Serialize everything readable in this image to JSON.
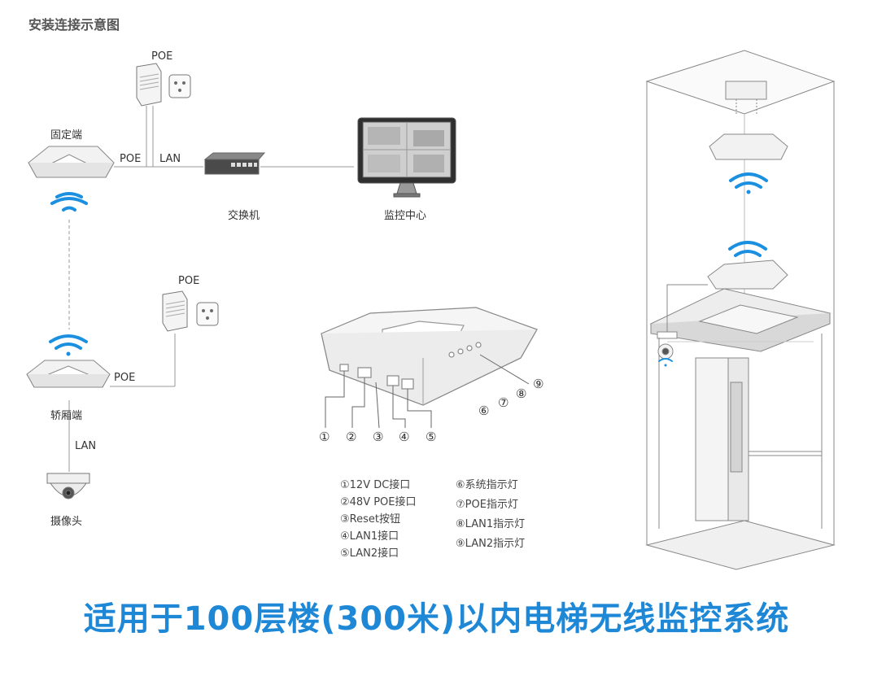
{
  "title": "安装连接示意图",
  "labels": {
    "poe_top": "POE",
    "fixed_end": "固定端",
    "poe_left": "POE",
    "lan_top": "LAN",
    "switch": "交换机",
    "monitor_center": "监控中心",
    "poe_mid": "POE",
    "poe_car": "POE",
    "car_end": "轿厢端",
    "lan_cam": "LAN",
    "camera": "摄像头"
  },
  "ports": [
    "①",
    "②",
    "③",
    "④",
    "⑤"
  ],
  "leds": [
    "⑥",
    "⑦",
    "⑧",
    "⑨"
  ],
  "legend_left": [
    "①12V DC接口",
    "②48V POE接口",
    "③Reset按钮",
    "④LAN1接口",
    "⑤LAN2接口"
  ],
  "legend_right": [
    "⑥系统指示灯",
    "⑦POE指示灯",
    "⑧LAN1指示灯",
    "⑨LAN2指示灯"
  ],
  "footer": "适用于100层楼(300米)以内电梯无线监控系统",
  "colors": {
    "accent": "#1e88d6",
    "wifi": "#1b8fe0",
    "line": "#888888"
  }
}
